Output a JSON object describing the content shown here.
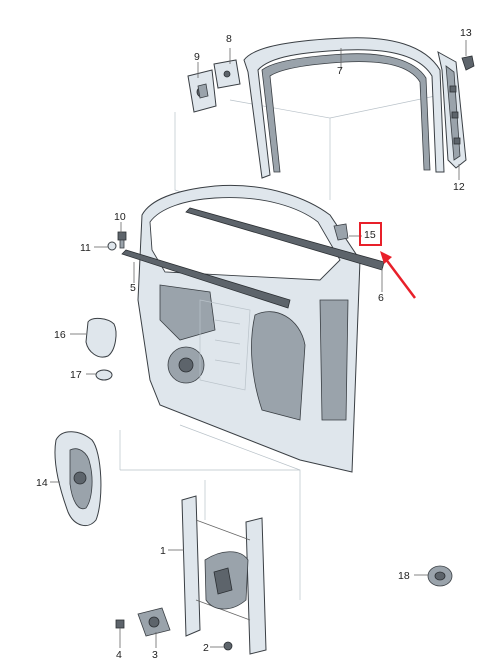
{
  "labels": {
    "p1": "1",
    "p2": "2",
    "p3": "3",
    "p4": "4",
    "p5": "5",
    "p6": "6",
    "p7": "7",
    "p8": "8",
    "p9": "9",
    "p10": "10",
    "p11": "11",
    "p12": "12",
    "p13": "13",
    "p14": "14",
    "p15": "15",
    "p16": "16",
    "p17": "17",
    "p18": "18"
  },
  "highlight": {
    "color": "#e8202a",
    "part": "15"
  },
  "colors": {
    "part_fill": "#dfe6ec",
    "outline": "#3a3f44"
  }
}
